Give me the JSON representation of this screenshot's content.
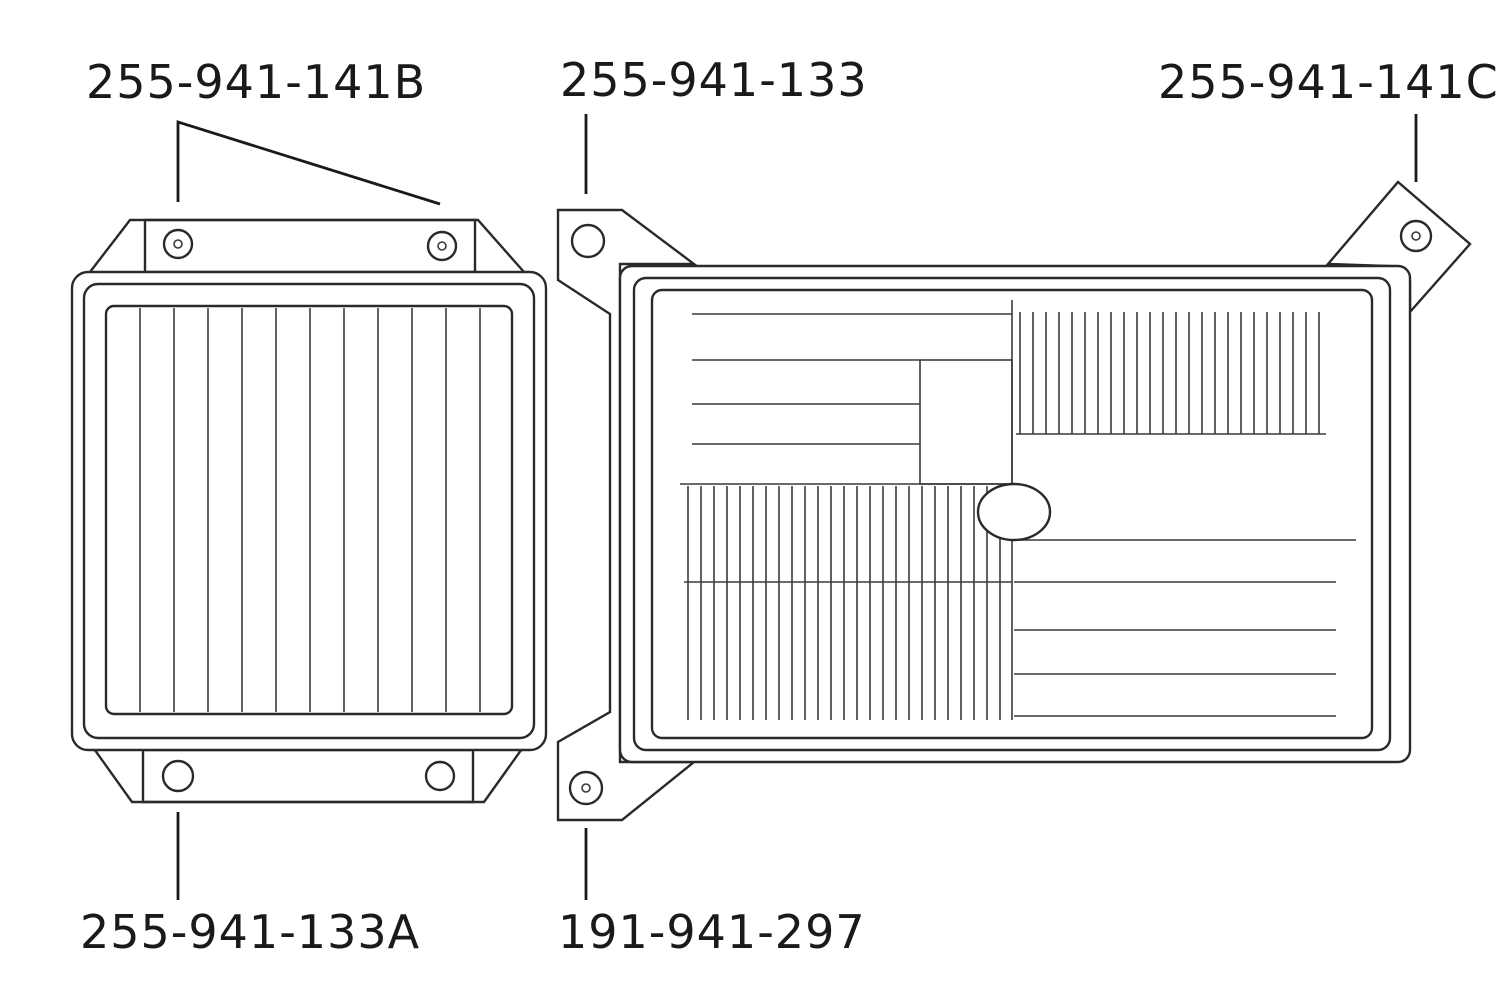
{
  "labels": {
    "left_top": "255-941-141B",
    "left_bottom": "255-941-133A",
    "center_top": "255-941-133",
    "center_bottom": "191-941-297",
    "right_top": "255-941-141C"
  },
  "colors": {
    "line": "#2a2a2a",
    "background": "#ffffff"
  }
}
